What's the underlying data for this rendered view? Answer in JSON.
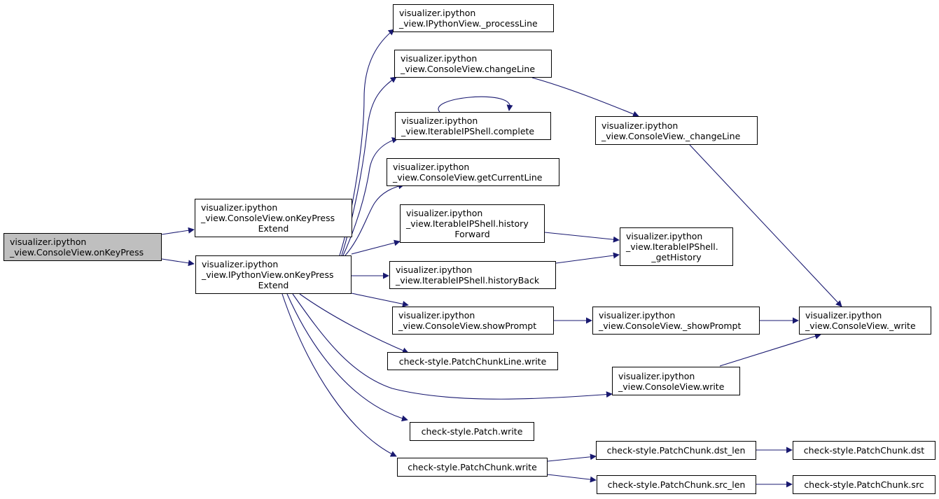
{
  "graph": {
    "edge_color": "#191970",
    "nodes": {
      "onKeyPress": {
        "lines": [
          "visualizer.ipython",
          "_view.ConsoleView.onKeyPress"
        ],
        "highlight": true
      },
      "cvOnKeyPressExtend": {
        "lines": [
          "visualizer.ipython",
          "_view.ConsoleView.onKeyPress",
          "Extend"
        ]
      },
      "ipvOnKeyPressExtend": {
        "lines": [
          "visualizer.ipython",
          "_view.IPythonView.onKeyPress",
          "Extend"
        ]
      },
      "processLine": {
        "lines": [
          "visualizer.ipython",
          "_view.IPythonView._processLine"
        ]
      },
      "changeLine": {
        "lines": [
          "visualizer.ipython",
          "_view.ConsoleView.changeLine"
        ]
      },
      "complete": {
        "lines": [
          "visualizer.ipython",
          "_view.IterableIPShell.complete"
        ]
      },
      "getCurrentLine": {
        "lines": [
          "visualizer.ipython",
          "_view.ConsoleView.getCurrentLine"
        ]
      },
      "historyForward": {
        "lines": [
          "visualizer.ipython",
          "_view.IterableIPShell.history",
          "Forward"
        ]
      },
      "historyBack": {
        "lines": [
          "visualizer.ipython",
          "_view.IterableIPShell.historyBack"
        ]
      },
      "showPrompt": {
        "lines": [
          "visualizer.ipython",
          "_view.ConsoleView.showPrompt"
        ]
      },
      "patchChunkLineWrite": {
        "lines": [
          "check-style.PatchChunkLine.write"
        ]
      },
      "patchWrite": {
        "lines": [
          "check-style.Patch.write"
        ]
      },
      "patchChunkWrite": {
        "lines": [
          "check-style.PatchChunk.write"
        ]
      },
      "_changeLine": {
        "lines": [
          "visualizer.ipython",
          "_view.ConsoleView._changeLine"
        ]
      },
      "_getHistory": {
        "lines": [
          "visualizer.ipython",
          "_view.IterableIPShell.",
          "_getHistory"
        ]
      },
      "_showPrompt": {
        "lines": [
          "visualizer.ipython",
          "_view.ConsoleView._showPrompt"
        ]
      },
      "cvWrite": {
        "lines": [
          "visualizer.ipython",
          "_view.ConsoleView.write"
        ]
      },
      "_write": {
        "lines": [
          "visualizer.ipython",
          "_view.ConsoleView._write"
        ]
      },
      "dstLen": {
        "lines": [
          "check-style.PatchChunk.dst_len"
        ]
      },
      "srcLen": {
        "lines": [
          "check-style.PatchChunk.src_len"
        ]
      },
      "dst": {
        "lines": [
          "check-style.PatchChunk.dst"
        ]
      },
      "src": {
        "lines": [
          "check-style.PatchChunk.src"
        ]
      }
    }
  }
}
